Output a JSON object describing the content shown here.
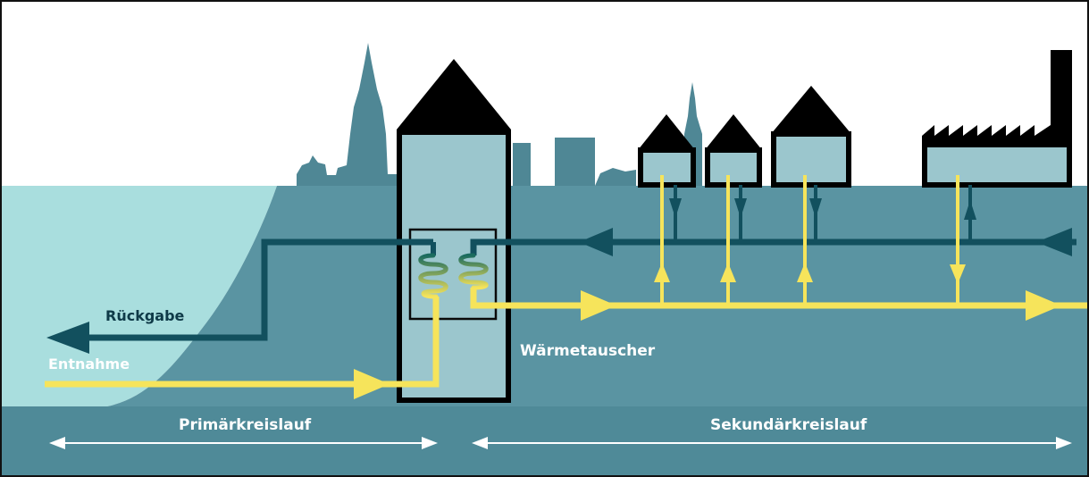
{
  "labels": {
    "rueckgabe": "Rückgabe",
    "entnahme": "Entnahme",
    "waermetauscher": "Wärmetauscher",
    "primaerkreislauf": "Primärkreislauf",
    "sekundaerkreislauf": "Sekundärkreislauf"
  },
  "colors": {
    "lake": "#a9dede",
    "ground": "#5a94a2",
    "ground_deep": "#4f8a98",
    "skyline": "#4f8795",
    "return_pipe": "#12505e",
    "supply_pipe": "#f6e45b",
    "roof": "#000000",
    "building_fill": "#9bc6cd",
    "span_arrow": "#ffffff"
  },
  "icons": {
    "heat_coil": "heat-exchanger-coil-icon",
    "house": "house-icon",
    "factory": "factory-icon",
    "church": "church-tower-icon"
  }
}
